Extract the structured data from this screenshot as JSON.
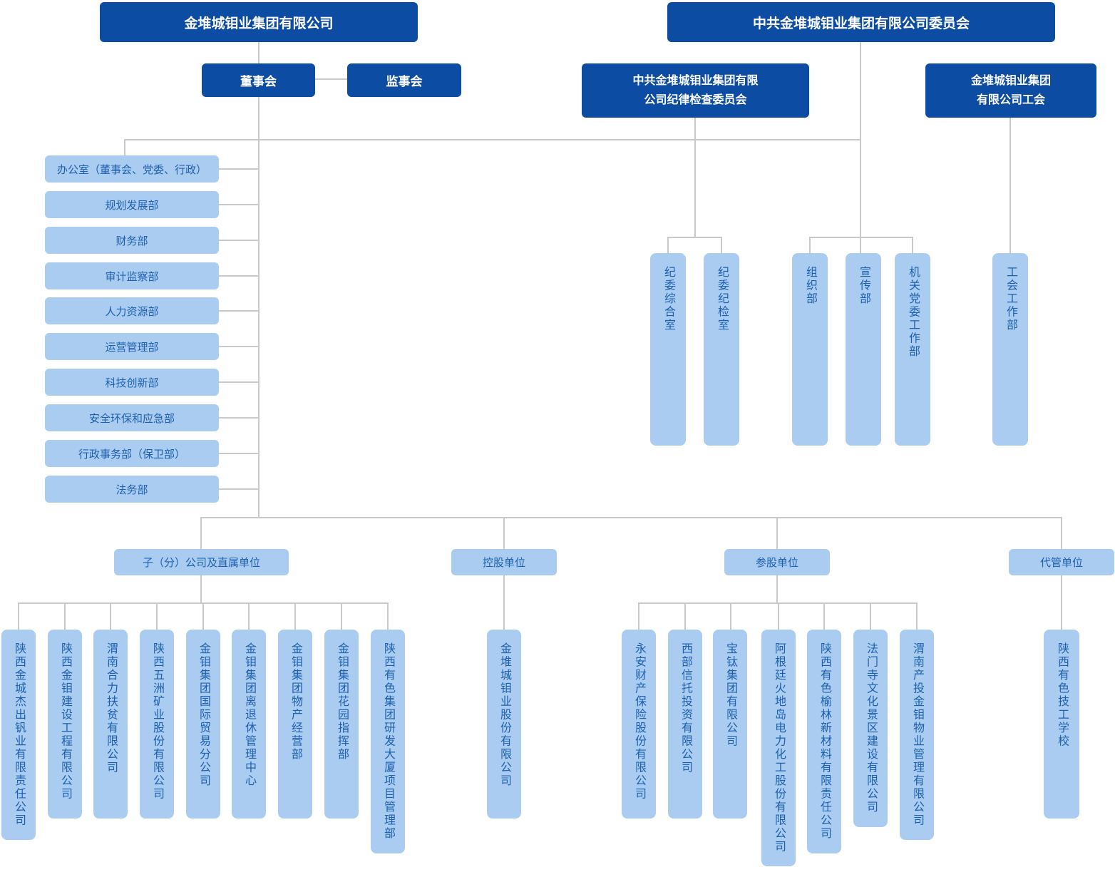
{
  "org_chart": {
    "root_company": "金堆城钼业集团有限公司",
    "board": "董事会",
    "supervisory_board": "监事会",
    "party_committee": "中共金堆城钼业集团有限公司委员会",
    "discipline_committee_line1": "中共金堆城钼业集团有限",
    "discipline_committee_line2": "公司纪律检查委员会",
    "labor_union_line1": "金堆城钼业集团",
    "labor_union_line2": "有限公司工会",
    "departments": [
      "办公室（董事会、党委、行政）",
      "规划发展部",
      "财务部",
      "审计监察部",
      "人力资源部",
      "运营管理部",
      "科技创新部",
      "安全环保和应急部",
      "行政事务部（保卫部）",
      "法务部"
    ],
    "party_departments": [
      "纪委综合室",
      "纪委纪检室",
      "组织部",
      "宣传部",
      "机关党委工作部"
    ],
    "union_department": "工会工作部",
    "categories": {
      "subsidiaries_label": "子（分）公司及直属单位",
      "subsidiaries": [
        "陕西金城杰出钒业有限责任公司",
        "陕西金钼建设工程有限公司",
        "渭南合力扶贫有限公司",
        "陕西五洲矿业股份有限公司",
        "金钼集团国际贸易分公司",
        "金钼集团离退休管理中心",
        "金钼集团物产经营部",
        "金钼集团花园指挥部",
        "陕西有色集团研发大厦项目管理部"
      ],
      "holding_label": "控股单位",
      "holding": [
        "金堆城钼业股份有限公司"
      ],
      "equity_label": "参股单位",
      "equity": [
        "永安财产保险股份有限公司",
        "西部信托投资有限公司",
        "宝钛集团有限公司",
        "阿根廷火地岛电力化工股份有限公司",
        "陕西有色榆林新材料有限责任公司",
        "法门寺文化景区建设有限公司",
        "渭南产投金钼物业管理有限公司"
      ],
      "managed_label": "代管单位",
      "managed": [
        "陕西有色技工学校"
      ]
    },
    "colors": {
      "primary_dark_blue": "#0d4ca3",
      "node_light_blue": "#a9ccf0",
      "node_text_blue": "#1e5fae",
      "connector_gray": "#c9c9c9"
    }
  }
}
